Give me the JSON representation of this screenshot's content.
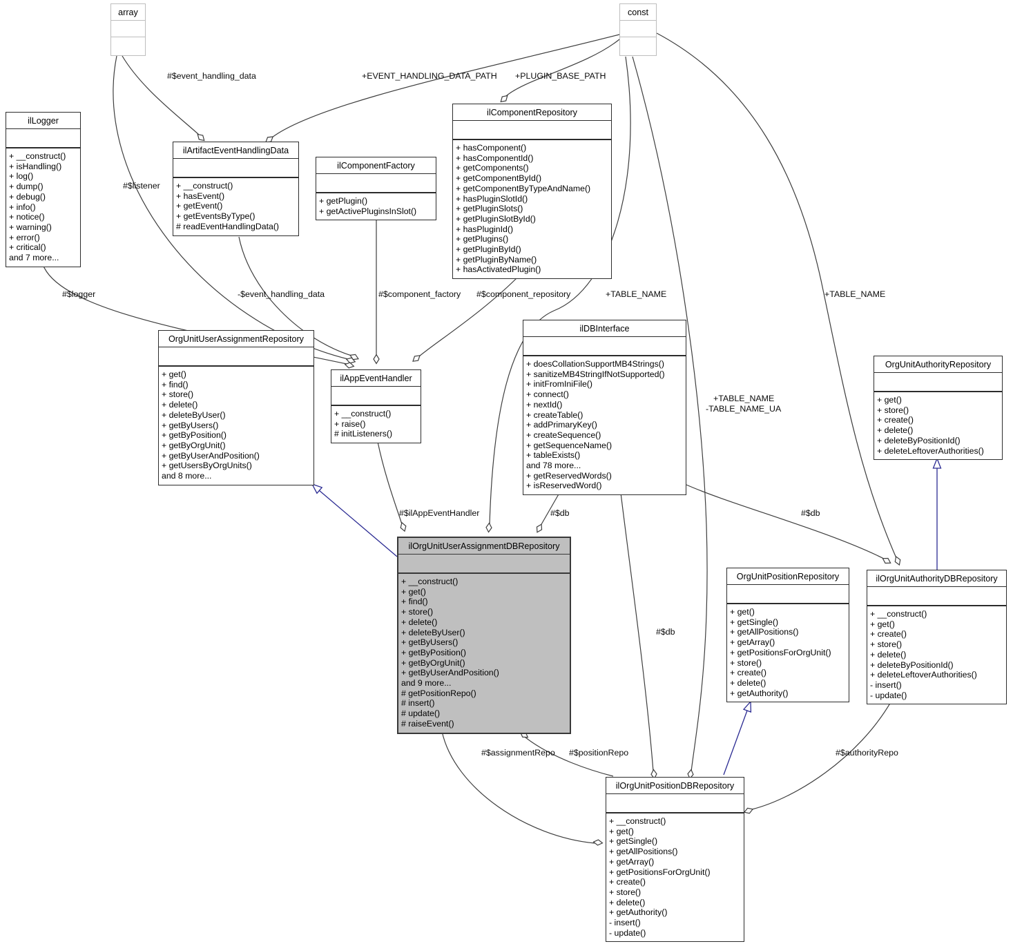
{
  "diagram": {
    "classes": {
      "array": {
        "name": "array",
        "methods": []
      },
      "const": {
        "name": "const",
        "methods": []
      },
      "ilLogger": {
        "name": "ilLogger",
        "methods": [
          "+ __construct()",
          "+ isHandling()",
          "+ log()",
          "+ dump()",
          "+ debug()",
          "+ info()",
          "+ notice()",
          "+ warning()",
          "+ error()",
          "+ critical()",
          "and 7 more..."
        ]
      },
      "ilArtifactEventHandlingData": {
        "name": "ilArtifactEventHandlingData",
        "methods": [
          "+ __construct()",
          "+ hasEvent()",
          "+ getEvent()",
          "+ getEventsByType()",
          "# readEventHandlingData()"
        ]
      },
      "ilComponentFactory": {
        "name": "ilComponentFactory",
        "methods": [
          "+ getPlugin()",
          "+ getActivePluginsInSlot()"
        ]
      },
      "ilComponentRepository": {
        "name": "ilComponentRepository",
        "methods": [
          "+ hasComponent()",
          "+ hasComponentId()",
          "+ getComponents()",
          "+ getComponentById()",
          "+ getComponentByTypeAndName()",
          "+ hasPluginSlotId()",
          "+ getPluginSlots()",
          "+ getPluginSlotById()",
          "+ hasPluginId()",
          "+ getPlugins()",
          "+ getPluginById()",
          "+ getPluginByName()",
          "+ hasActivatedPlugin()"
        ]
      },
      "OrgUnitUserAssignmentRepository": {
        "name": "OrgUnitUserAssignmentRepository",
        "methods": [
          "+ get()",
          "+ find()",
          "+ store()",
          "+ delete()",
          "+ deleteByUser()",
          "+ getByUsers()",
          "+ getByPosition()",
          "+ getByOrgUnit()",
          "+ getByUserAndPosition()",
          "+ getUsersByOrgUnits()",
          "and 8 more..."
        ]
      },
      "ilAppEventHandler": {
        "name": "ilAppEventHandler",
        "methods": [
          "+ __construct()",
          "+ raise()",
          "# initListeners()"
        ]
      },
      "ilDBInterface": {
        "name": "ilDBInterface",
        "methods": [
          "+ doesCollationSupportMB4Strings()",
          "+ sanitizeMB4StringIfNotSupported()",
          "+ initFromIniFile()",
          "+ connect()",
          "+ nextId()",
          "+ createTable()",
          "+ addPrimaryKey()",
          "+ createSequence()",
          "+ getSequenceName()",
          "+ tableExists()",
          "and 78 more...",
          "+ getReservedWords()",
          "+ isReservedWord()"
        ]
      },
      "ilOrgUnitUserAssignmentDBRepository": {
        "name": "ilOrgUnitUserAssignmentDBRepository",
        "methods": [
          "+ __construct()",
          "+ get()",
          "+ find()",
          "+ store()",
          "+ delete()",
          "+ deleteByUser()",
          "+ getByUsers()",
          "+ getByPosition()",
          "+ getByOrgUnit()",
          "+ getByUserAndPosition()",
          "and 9 more...",
          "# getPositionRepo()",
          "# insert()",
          "# update()",
          "# raiseEvent()"
        ]
      },
      "OrgUnitPositionRepository": {
        "name": "OrgUnitPositionRepository",
        "methods": [
          "+ get()",
          "+ getSingle()",
          "+ getAllPositions()",
          "+ getArray()",
          "+ getPositionsForOrgUnit()",
          "+ store()",
          "+ create()",
          "+ delete()",
          "+ getAuthority()"
        ]
      },
      "ilOrgUnitAuthorityDBRepository": {
        "name": "ilOrgUnitAuthorityDBRepository",
        "methods": [
          "+ __construct()",
          "+ get()",
          "+ create()",
          "+ store()",
          "+ delete()",
          "+ deleteByPositionId()",
          "+ deleteLeftoverAuthorities()",
          "- insert()",
          "- update()"
        ]
      },
      "OrgUnitAuthorityRepository": {
        "name": "OrgUnitAuthorityRepository",
        "methods": [
          "+ get()",
          "+ store()",
          "+ create()",
          "+ delete()",
          "+ deleteByPositionId()",
          "+ deleteLeftoverAuthorities()"
        ]
      },
      "ilOrgUnitPositionDBRepository": {
        "name": "ilOrgUnitPositionDBRepository",
        "methods": [
          "+ __construct()",
          "+ get()",
          "+ getSingle()",
          "+ getAllPositions()",
          "+ getArray()",
          "+ getPositionsForOrgUnit()",
          "+ create()",
          "+ store()",
          "+ delete()",
          "+ getAuthority()",
          "- insert()",
          "- update()"
        ]
      }
    },
    "labels": [
      {
        "text": "#$event_handling_data"
      },
      {
        "text": "#$listener"
      },
      {
        "text": "#$logger"
      },
      {
        "text": "+EVENT_HANDLING_DATA_PATH"
      },
      {
        "text": "+PLUGIN_BASE_PATH"
      },
      {
        "text": "-$event_handling_data"
      },
      {
        "text": "#$component_factory"
      },
      {
        "text": "#$component_repository"
      },
      {
        "text": "+TABLE_NAME"
      },
      {
        "text": "+TABLE_NAME"
      },
      {
        "text": "+TABLE_NAME"
      },
      {
        "text": "-TABLE_NAME_UA"
      },
      {
        "text": "#$ilAppEventHandler"
      },
      {
        "text": "#$db"
      },
      {
        "text": "#$db"
      },
      {
        "text": "#$db"
      },
      {
        "text": "#$assignmentRepo"
      },
      {
        "text": "#$positionRepo"
      },
      {
        "text": "#$authorityRepo"
      }
    ],
    "colors": {
      "edge": "#3d3d3d",
      "generalization": "#2a2a92",
      "highlight_fill": "#bfbfbf"
    }
  }
}
